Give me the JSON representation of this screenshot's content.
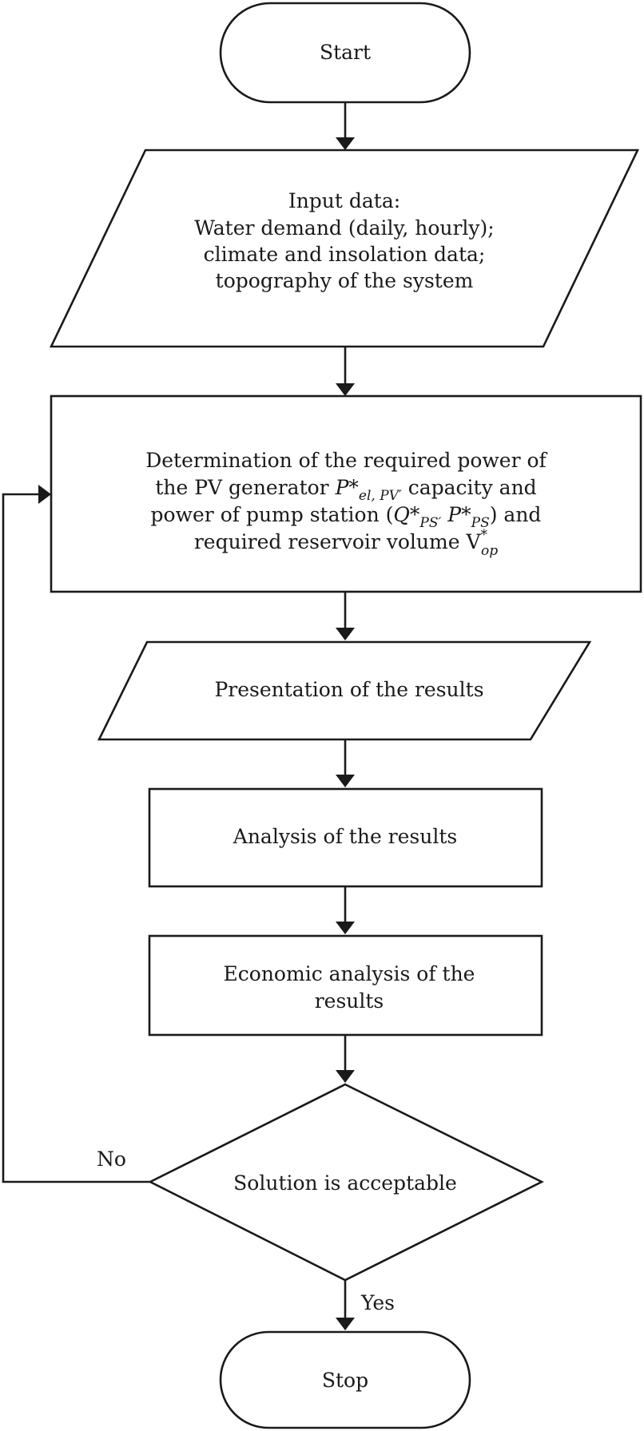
{
  "nodes": {
    "start": {
      "label": "Start"
    },
    "input": {
      "lines": [
        "Input data:",
        "Water demand (daily, hourly);",
        "climate and insolation data;",
        "topography of the system"
      ]
    },
    "determination": {
      "line1": "Determination of the required power of",
      "line2_a": "the PV generator ",
      "line2_var": "P*",
      "line2_sub": "el, PV′",
      "line2_b": " capacity and",
      "line3_a": "power of pump station (",
      "line3_q": "Q*",
      "line3_qsub": "PS′",
      "line3_p": " P*",
      "line3_psub": "PS",
      "line3_b": ") and",
      "line4_a": "required reservoir volume V",
      "line4_sup": "*",
      "line4_sub": "op"
    },
    "presentation": {
      "label": "Presentation of the results"
    },
    "analysis": {
      "label": "Analysis of the results"
    },
    "economic": {
      "lines": [
        "Economic analysis of the",
        "results"
      ]
    },
    "decision": {
      "label": "Solution is acceptable"
    },
    "stop": {
      "label": "Stop"
    }
  },
  "edges": {
    "no_label": "No",
    "yes_label": "Yes"
  }
}
